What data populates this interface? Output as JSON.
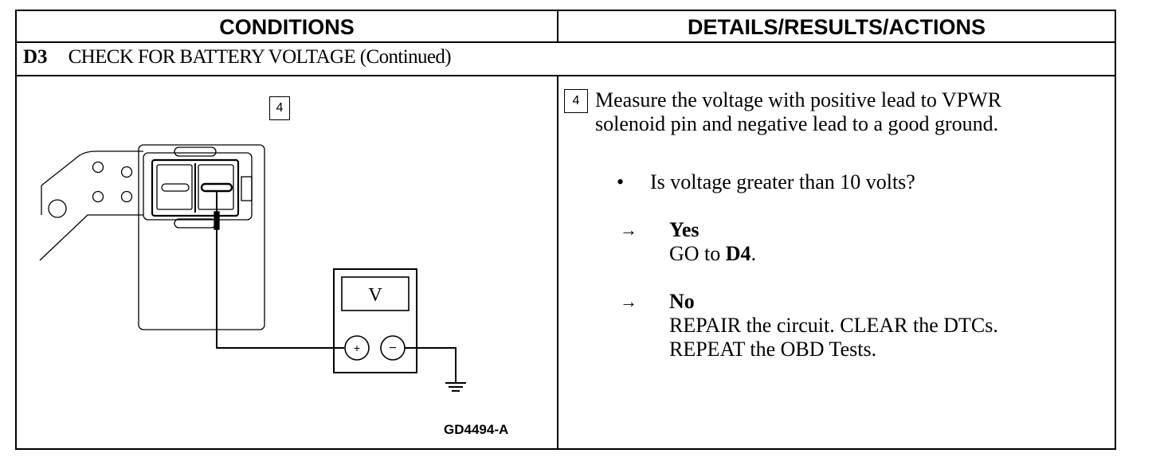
{
  "table": {
    "col_conditions": "CONDITIONS",
    "col_details": "DETAILS/RESULTS/ACTIONS",
    "step_id": "D3",
    "step_title": "CHECK FOR BATTERY VOLTAGE (Continued)"
  },
  "figure": {
    "step_number": "4",
    "meter_label": "V",
    "plus": "+",
    "minus": "−",
    "figure_id": "GD4494-A"
  },
  "details": {
    "step_number": "4",
    "instruction_line1": "Measure the voltage with positive lead to VPWR",
    "instruction_line2": "solenoid pin and negative lead to a good ground.",
    "bullet": "•",
    "question": "Is voltage greater than 10 volts?",
    "arrow": "→",
    "yes_label": "Yes",
    "yes_action_prefix": "GO to ",
    "yes_action_target": "D4",
    "yes_action_suffix": ".",
    "no_label": "No",
    "no_action_line1": "REPAIR the circuit. CLEAR the DTCs.",
    "no_action_line2": "REPEAT the OBD Tests."
  }
}
